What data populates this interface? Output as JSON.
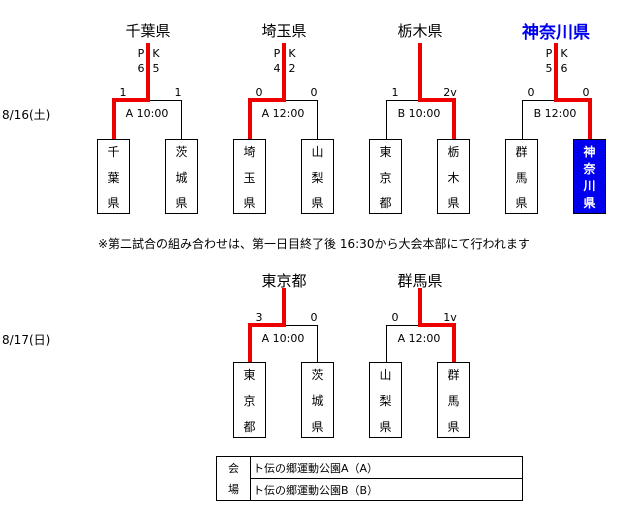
{
  "accent_colors": {
    "winner_line": "#ee0000",
    "highlight_team": "#0000ee"
  },
  "day1": {
    "date": "8/16(土)",
    "matches": [
      {
        "winner": "千葉県",
        "pk": [
          "P",
          "K"
        ],
        "pk_scores": [
          "6",
          "5"
        ],
        "scores": [
          "1",
          "1"
        ],
        "court_time": "A  10:00",
        "teams": [
          {
            "chars": [
              "千",
              "葉",
              "県"
            ]
          },
          {
            "chars": [
              "茨",
              "城",
              "県"
            ]
          }
        ]
      },
      {
        "winner": "埼玉県",
        "pk": [
          "P",
          "K"
        ],
        "pk_scores": [
          "4",
          "2"
        ],
        "scores": [
          "0",
          "0"
        ],
        "court_time": "A  12:00",
        "teams": [
          {
            "chars": [
              "埼",
              "玉",
              "県"
            ]
          },
          {
            "chars": [
              "山",
              "梨",
              "県"
            ]
          }
        ]
      },
      {
        "winner": "栃木県",
        "scores": [
          "1",
          "2v"
        ],
        "court_time": "B  10:00",
        "teams": [
          {
            "chars": [
              "東",
              "京",
              "都"
            ]
          },
          {
            "chars": [
              "栃",
              "木",
              "県"
            ]
          }
        ]
      },
      {
        "winner": "神奈川県",
        "pk": [
          "P",
          "K"
        ],
        "pk_scores": [
          "5",
          "6"
        ],
        "scores": [
          "0",
          "0"
        ],
        "court_time": "B  12:00",
        "teams": [
          {
            "chars": [
              "群",
              "馬",
              "県"
            ]
          },
          {
            "chars": [
              "神",
              "奈",
              "川",
              "県"
            ]
          }
        ]
      }
    ]
  },
  "note": "※第二試合の組み合わせは、第一日目終了後  16:30から大会本部にて行われます",
  "day2": {
    "date": "8/17(日)",
    "matches": [
      {
        "winner": "東京都",
        "scores": [
          "3",
          "0"
        ],
        "court_time": "A  10:00",
        "teams": [
          {
            "chars": [
              "東",
              "京",
              "都"
            ]
          },
          {
            "chars": [
              "茨",
              "城",
              "県"
            ]
          }
        ]
      },
      {
        "winner": "群馬県",
        "scores": [
          "0",
          "1v"
        ],
        "court_time": "A  12:00",
        "teams": [
          {
            "chars": [
              "山",
              "梨",
              "県"
            ]
          },
          {
            "chars": [
              "群",
              "馬",
              "県"
            ]
          }
        ]
      }
    ]
  },
  "venue": {
    "label_top": "会",
    "label_bottom": "場",
    "rows": [
      "ト伝の郷運動公園A（A）",
      "ト伝の郷運動公園B（B）"
    ]
  }
}
